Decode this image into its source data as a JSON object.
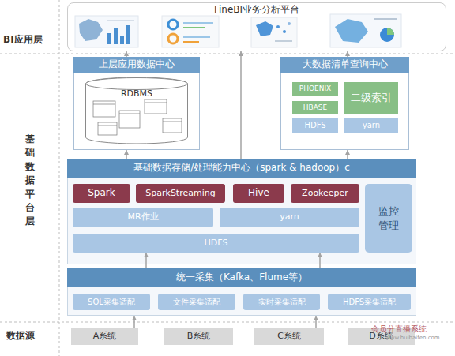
{
  "diagram": {
    "nodes": [
      {
        "text": [
          "FineBI业务分析平台"
        ]
      },
      {
        "text": [
          "上层应用数据中心"
        ]
      },
      {
        "text": [
          "RDBMS"
        ],
        "in": 1
      },
      {
        "text": [
          "大数据清单查询中心"
        ]
      },
      {
        "text": [
          "PHOENIX"
        ],
        "in": 3
      },
      {
        "text": [
          "HBASE"
        ],
        "in": 3
      },
      {
        "text": [
          "二级索引"
        ],
        "in": 3
      },
      {
        "text": [
          "HDFS"
        ],
        "in": 3
      },
      {
        "text": [
          "yarn"
        ],
        "in": 3
      },
      {
        "text": [
          "基础数据存储/处理能力中心（spark & hadoop）c"
        ]
      },
      {
        "text": [
          "Spark"
        ],
        "in": 9
      },
      {
        "text": [
          "SparkStreaming"
        ],
        "in": 9
      },
      {
        "text": [
          "Hive"
        ],
        "in": 9
      },
      {
        "text": [
          "Zookeeper"
        ],
        "in": 9
      },
      {
        "text": [
          "MR作业"
        ],
        "in": 9
      },
      {
        "text": [
          "yarn"
        ],
        "in": 9
      },
      {
        "text": [
          "HDFS"
        ],
        "in": 9
      },
      {
        "text": [
          "监控管理"
        ],
        "in": 9
      },
      {
        "text": [
          "统一采集（Kafka、Flume等）"
        ]
      },
      {
        "text": [
          "SQL采集适配"
        ],
        "in": 18
      },
      {
        "text": [
          "文件采集适配"
        ],
        "in": 18
      },
      {
        "text": [
          "实时采集适配"
        ],
        "in": 18
      },
      {
        "text": [
          "HDFS采集适配"
        ],
        "in": 18
      },
      {
        "text": [
          "A系统"
        ]
      },
      {
        "text": [
          "B系统"
        ]
      },
      {
        "text": [
          "C系统"
        ]
      },
      {
        "text": [
          "D系统"
        ]
      }
    ],
    "edges": [
      {
        "from": 23,
        "to": 18,
        "arrow": "to"
      },
      {
        "from": 25,
        "to": 18,
        "arrow": "to"
      },
      {
        "from": 18,
        "to": 16,
        "arrow": "to"
      },
      {
        "from": 18,
        "to": 16,
        "arrow": "to"
      },
      {
        "from": 9,
        "to": 1,
        "arrow": "to"
      },
      {
        "from": 9,
        "to": 0,
        "arrow": "to"
      },
      {
        "from": 9,
        "to": 3,
        "arrow": "to"
      },
      {
        "from": 1,
        "to": 0,
        "arrow": "to"
      },
      {
        "from": 3,
        "to": 0,
        "arrow": "to"
      }
    ],
    "labels": [
      "BI应用层",
      "基础数据平台层",
      "数据源",
      "会员分直播系统",
      "www.huibaifen.com"
    ]
  }
}
